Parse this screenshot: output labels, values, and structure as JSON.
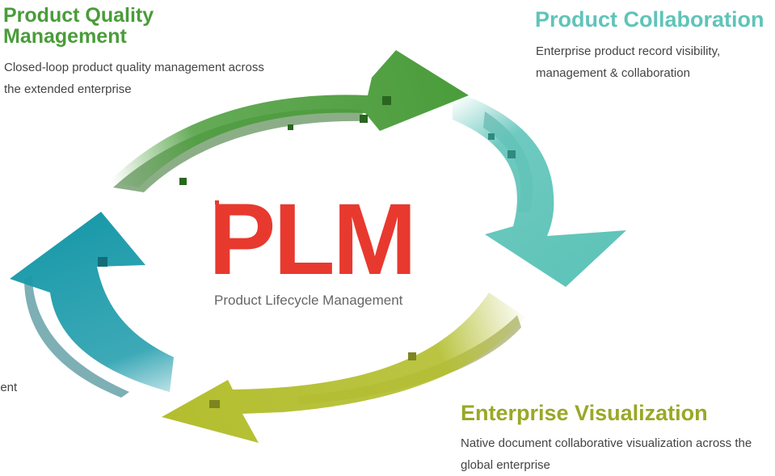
{
  "colors": {
    "quality": "#4a9c3a",
    "collaboration": "#5fc4b9",
    "visualization": "#b3be2e",
    "teal_arrow": "#1b9aaa",
    "plm": "#e8392f",
    "body_text": "#444444"
  },
  "center": {
    "acronym": "PLM",
    "subtitle": "Product Lifecycle Management"
  },
  "sections": {
    "quality": {
      "title": "Product Quality Management",
      "description": "Closed-loop product quality management across the extended enterprise"
    },
    "collaboration": {
      "title": "Product Collaboration",
      "description": "Enterprise product record visibility, management & collaboration"
    },
    "visualization": {
      "title": "Enterprise Visualization",
      "description": "Native document collaborative visualization across the global enterprise"
    },
    "partial_left": {
      "description": "nent"
    }
  }
}
